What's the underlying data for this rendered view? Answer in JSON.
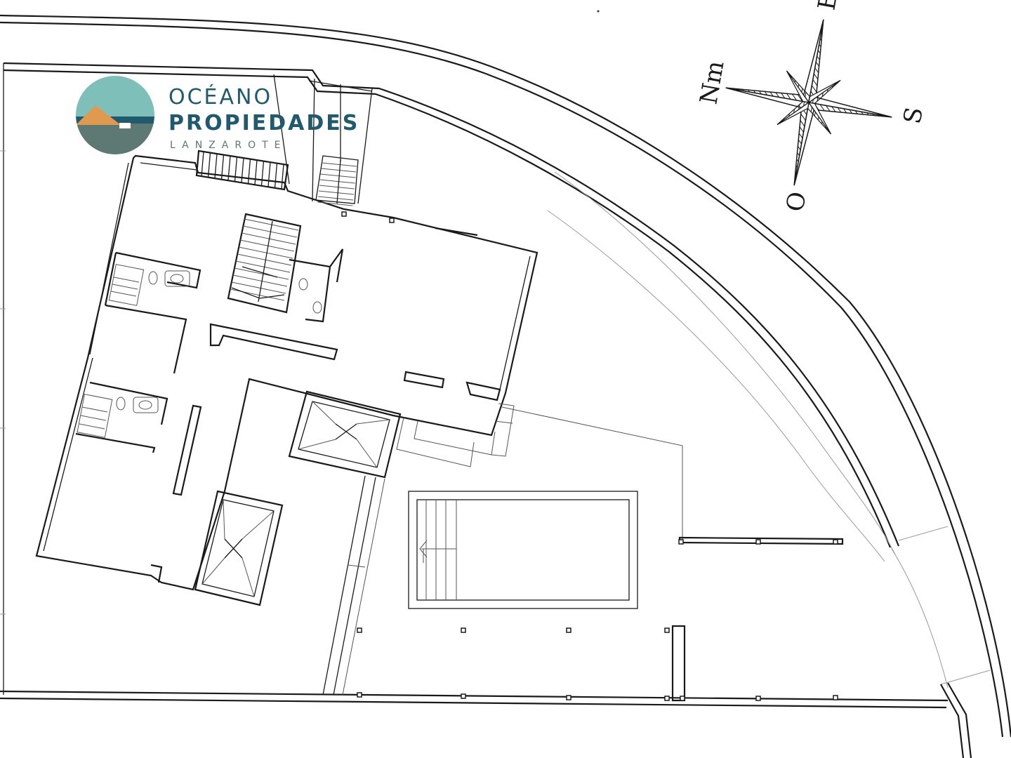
{
  "logo": {
    "line1": "OCÉANO",
    "line2": "PROPIEDADES",
    "line3": "LANZAROTE",
    "colors": {
      "sky": "#7fbfba",
      "sea": "#1f5a6e",
      "sand": "#e09a4f",
      "ground": "#5e7873"
    }
  },
  "compass": {
    "north": "Nm",
    "east": "E",
    "south": "S",
    "west": "O"
  }
}
